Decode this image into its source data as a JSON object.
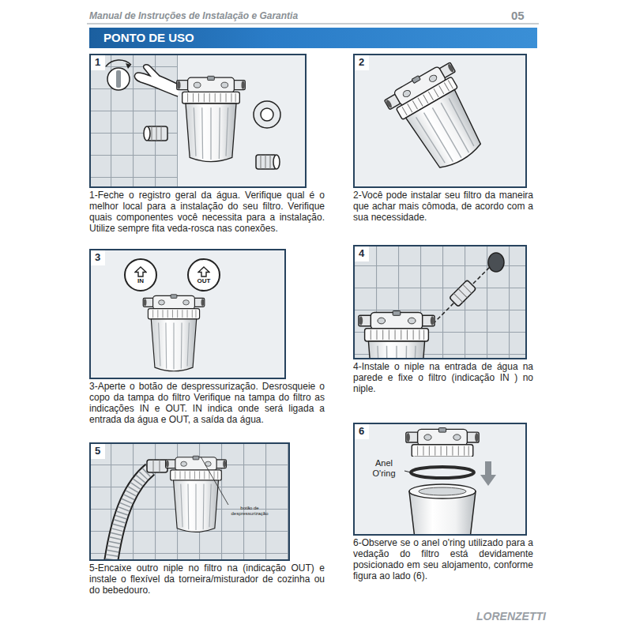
{
  "diagram": {
    "title": "PONTO DE USO",
    "nodes": [
      {
        "text": [
          "1",
          "1-Feche o registro geral da água. Verifique qual é o melhor local para a instalação do seu filtro. Verifique quais componentes você necessita para a instalação. Utilize sempre fita veda-rosca nas conexões."
        ]
      },
      {
        "text": [
          "2",
          "2-Você pode instalar seu filtro da maneira que achar mais cômoda, de acordo com a sua necessidade."
        ]
      },
      {
        "text": [
          "3",
          "3-Aperte o botão de despressurização. Desrosqueie o copo da tampa do filtro Verifique na tampa do filtro as indicações IN e OUT. IN indica onde será ligada a entrada da água e OUT, a saída da água."
        ]
      },
      {
        "text": [
          "IN"
        ],
        "in": 2
      },
      {
        "text": [
          "OUT"
        ],
        "in": 2
      },
      {
        "text": [
          "4",
          "4-Instale o niple na entrada de água na parede e fixe o filtro (indicação IN ) no niple."
        ]
      },
      {
        "text": [
          "5",
          "5-Encaixe outro niple no filtro na (indicação OUT) e instale o flexível da torneira/misturador de cozinha ou do bebedouro."
        ]
      },
      {
        "text": [
          "6",
          "6-Observe se o anel o'ring utilizado para a vedação do filtro está devidamente posicionado em seu alojamento, conforme figura ao lado (6)."
        ]
      }
    ],
    "labels": [
      "Manual de Instruções de Instalação e Garantia",
      "05",
      "botão de despressurização",
      "Anel O'ring",
      "LORENZETTI"
    ]
  }
}
